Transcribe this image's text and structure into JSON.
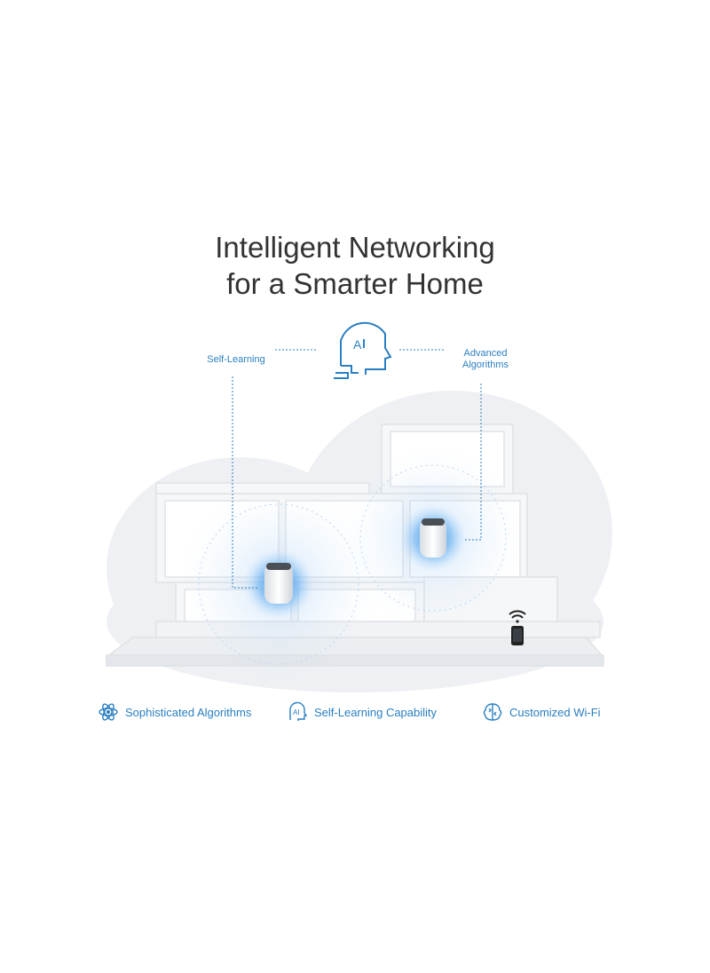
{
  "headline": {
    "line1": "Intelligent Networking",
    "line2": "for a Smarter Home"
  },
  "callouts": {
    "left": "Self-Learning",
    "right_line1": "Advanced",
    "right_line2": "Algorithms"
  },
  "center_icon": {
    "name": "ai-head-icon",
    "text": "AI"
  },
  "features": [
    {
      "icon": "atom-icon",
      "label": "Sophisticated Algorithms"
    },
    {
      "icon": "ai-head-icon",
      "label": "Self-Learning Capability"
    },
    {
      "icon": "brain-icon",
      "label": "Customized Wi-Fi"
    }
  ],
  "colors": {
    "accent": "#2a7fc2",
    "glow": "#2f8fea",
    "text": "#333333",
    "house": "#f3f4f6"
  }
}
